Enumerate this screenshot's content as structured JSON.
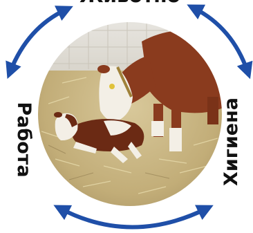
{
  "cycle": {
    "labels": {
      "top": "Животно",
      "left": "Работа",
      "right": "Хигиена"
    },
    "colors": {
      "arrow": "#1f4fa8",
      "text": "#111111"
    }
  },
  "photo": {
    "icon": "cow-and-calf-photo"
  }
}
